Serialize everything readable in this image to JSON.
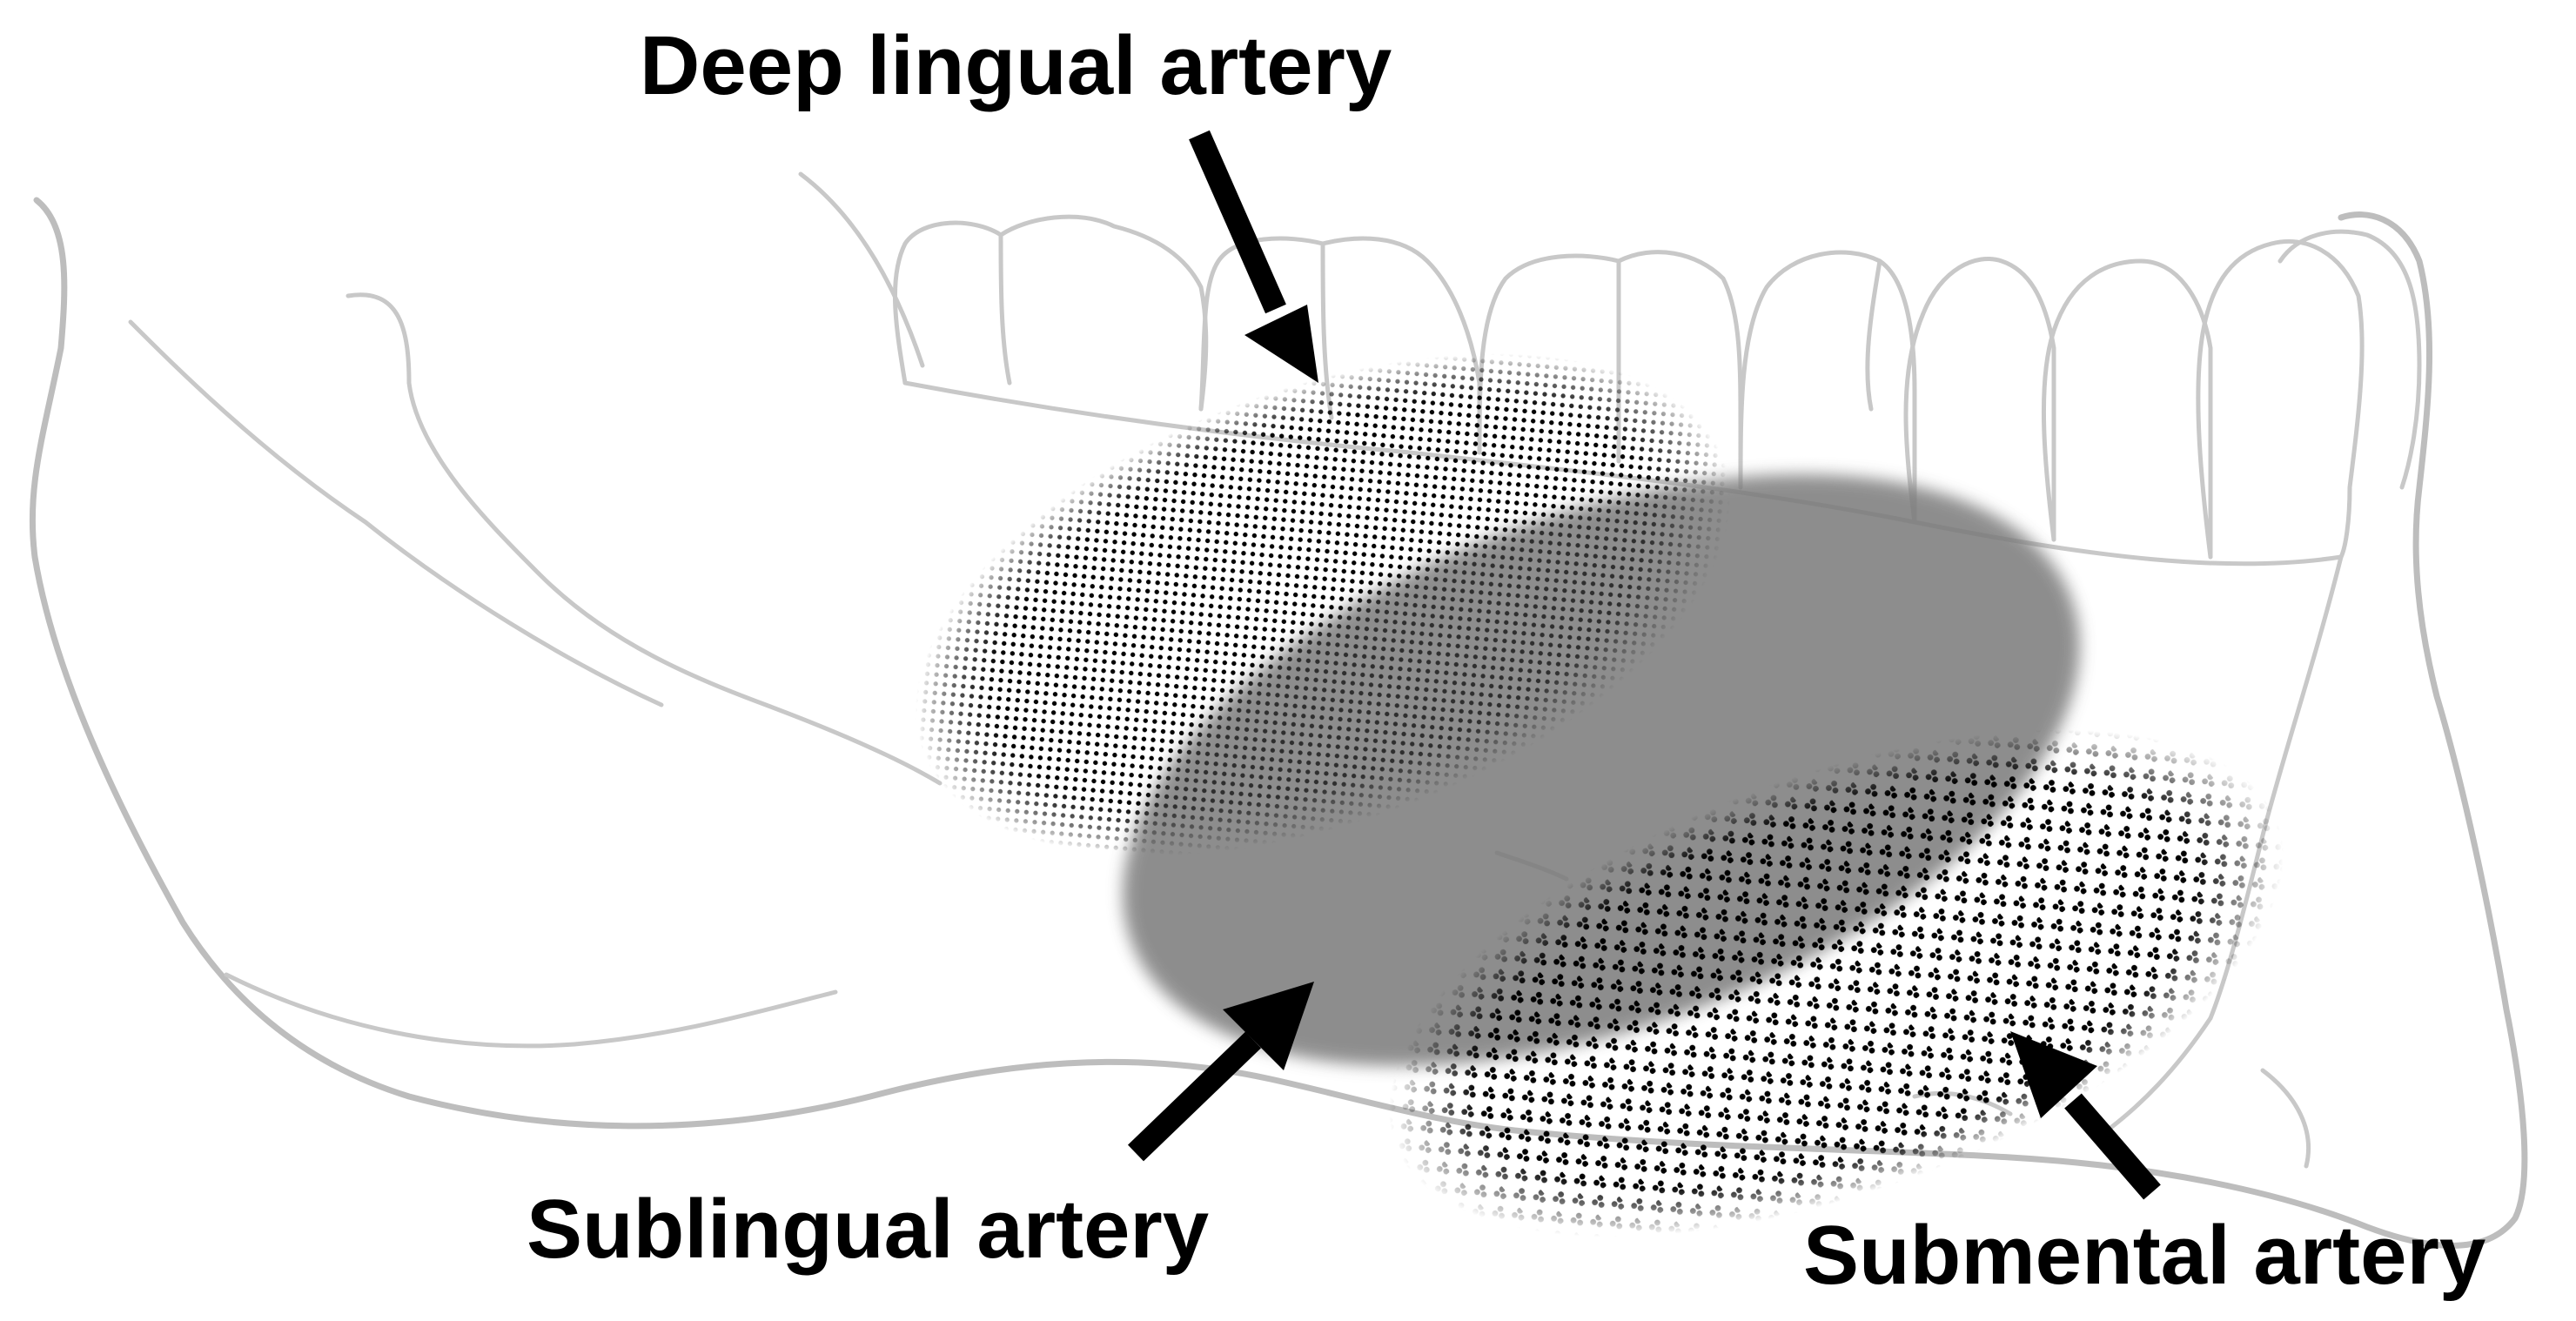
{
  "labels": {
    "deep_lingual": "Deep lingual artery",
    "sublingual": "Sublingual artery",
    "submental": "Submental artery"
  },
  "colors": {
    "bone_outline": "#bdbdbd",
    "sublingual_region": "#7a7a7a",
    "dot_pattern": "#000000",
    "arrow": "#000000",
    "background": "#ffffff"
  }
}
